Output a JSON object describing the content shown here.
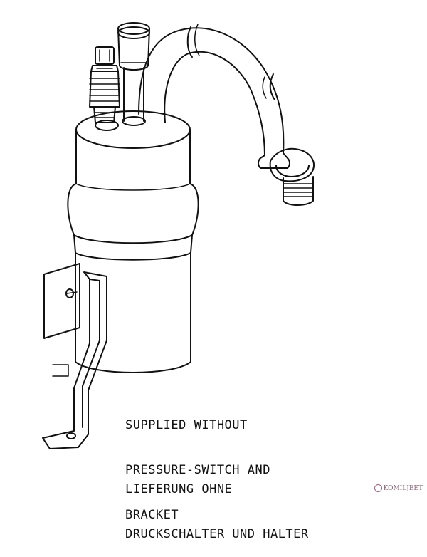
{
  "notes": {
    "english": [
      "SUPPLIED WITHOUT",
      "PRESSURE-SWITCH AND",
      "BRACKET"
    ],
    "german": [
      "LIEFERUNG OHNE",
      "DRUCKSCHALTER UND HALTER"
    ]
  },
  "watermark": {
    "text": "KOMILJEET"
  },
  "colors": {
    "line": "#111111",
    "background": "#ffffff"
  }
}
